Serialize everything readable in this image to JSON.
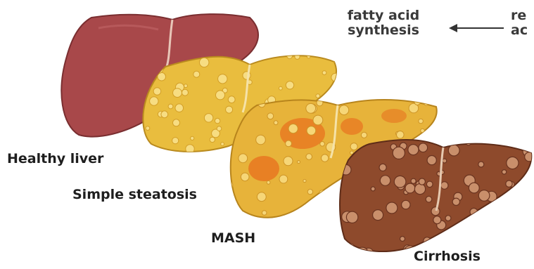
{
  "labels": {
    "healthy": "Healthy liver",
    "steatosis": "Simple steatosis",
    "mash": "MASH",
    "cirrhosis": "Cirrhosis"
  },
  "annotation": {
    "left_line1": "fatty acid",
    "left_line2": "synthesis",
    "right_line1": "re",
    "right_line2": "ac"
  },
  "colors": {
    "healthy": "#a8484a",
    "steatosis": "#e9bd3e",
    "mash": "#e7b33a",
    "mash_inflammation": "#e8731f",
    "cirrhosis": "#8e4a2c",
    "nodule": "#c98f6b",
    "fat_droplet": "#f7dd82"
  }
}
